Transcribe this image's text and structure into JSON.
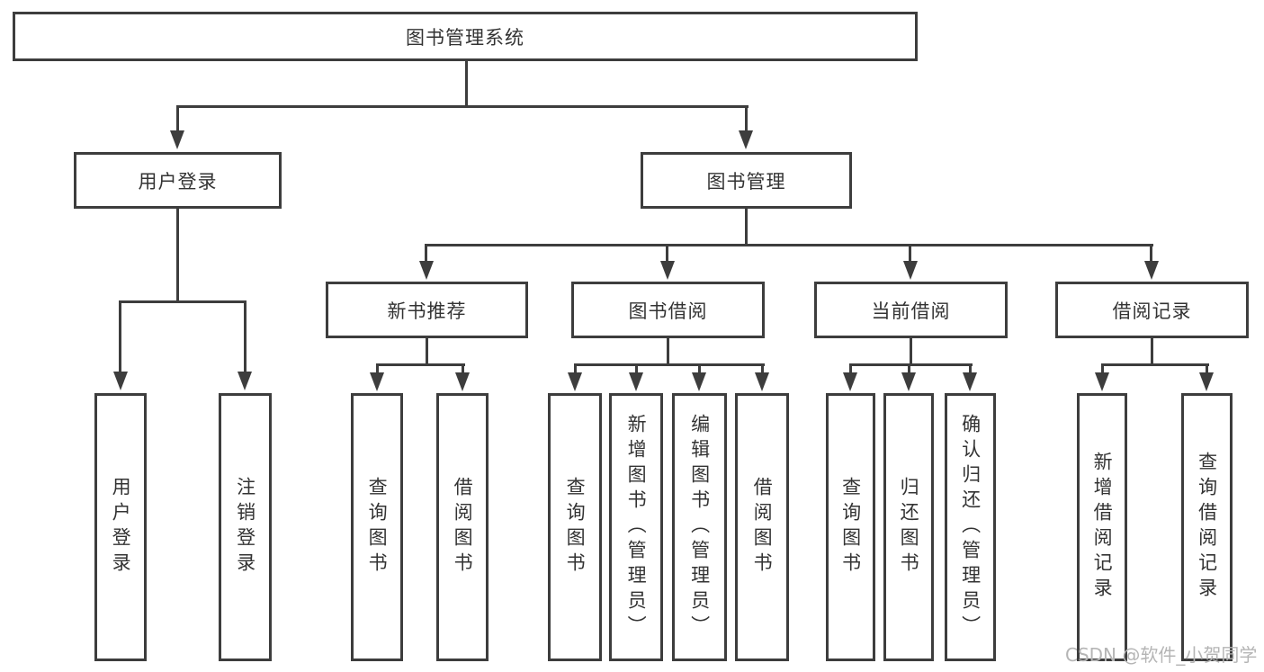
{
  "tree": {
    "root": "图书管理系统",
    "login": {
      "label": "用户登录",
      "children": [
        "用户登录",
        "注销登录"
      ]
    },
    "management": {
      "label": "图书管理",
      "groups": [
        {
          "label": "新书推荐",
          "children": [
            "查询图书",
            "借阅图书"
          ]
        },
        {
          "label": "图书借阅",
          "children": [
            "查询图书",
            "新增图书（管理员）",
            "编辑图书（管理员）",
            "借阅图书"
          ]
        },
        {
          "label": "当前借阅",
          "children": [
            "查询图书",
            "归还图书",
            "确认归还（管理员）"
          ]
        },
        {
          "label": "借阅记录",
          "children": [
            "新增借阅记录",
            "查询借阅记录"
          ]
        }
      ]
    }
  },
  "watermark": "CSDN @软件_小贺同学",
  "colors": {
    "line": "#3d3d3d",
    "text": "#333333",
    "watermark": "#b5b5b5",
    "background": "#ffffff"
  }
}
